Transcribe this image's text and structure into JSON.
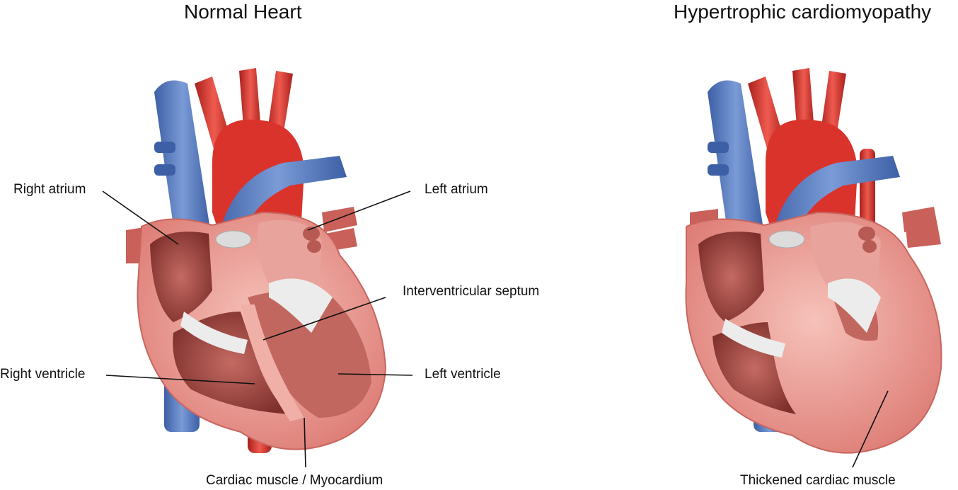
{
  "titles": {
    "normal": "Normal Heart",
    "hcm": "Hypertrophic cardiomyopathy"
  },
  "labels": {
    "right_atrium": "Right atrium",
    "left_atrium": "Left atrium",
    "interventricular_septum": "Interventricular septum",
    "right_ventricle": "Right ventricle",
    "left_ventricle": "Left ventricle",
    "myocardium": "Cardiac muscle / Myocardium",
    "thickened_muscle": "Thickened  cardiac muscle"
  },
  "colors": {
    "vein_blue": "#5b82c4",
    "vein_dark": "#3d5fa5",
    "artery_red": "#d9332c",
    "artery_dark": "#a8201c",
    "muscle_outer": "#e58c86",
    "muscle_light": "#f2b3ab",
    "chamber_dark": "#8c3a36",
    "valve_white": "#ececec"
  }
}
